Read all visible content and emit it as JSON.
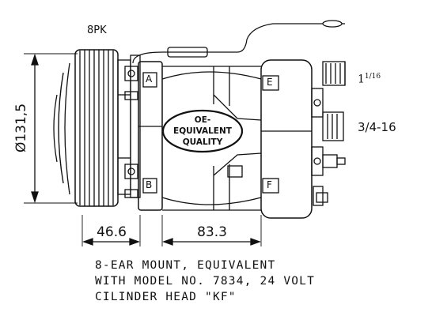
{
  "belt_label": "8PK",
  "port_a": "A",
  "port_b": "B",
  "port_e": "E",
  "port_f": "F",
  "badge": {
    "line1": "OE-",
    "line2": "EQUIVALENT",
    "line3": "QUALITY"
  },
  "fitting_top": {
    "base": "1",
    "sup": "1/16"
  },
  "fitting_bottom": "3/4-16",
  "dimensions": {
    "diameter": "Ø131,5",
    "pulley_width": "46.6",
    "body_length": "83.3"
  },
  "notes": [
    "8-EAR MOUNT, EQUIVALENT",
    "WITH MODEL NO. 7834, 24 VOLT",
    "CILINDER HEAD \"KF\""
  ]
}
